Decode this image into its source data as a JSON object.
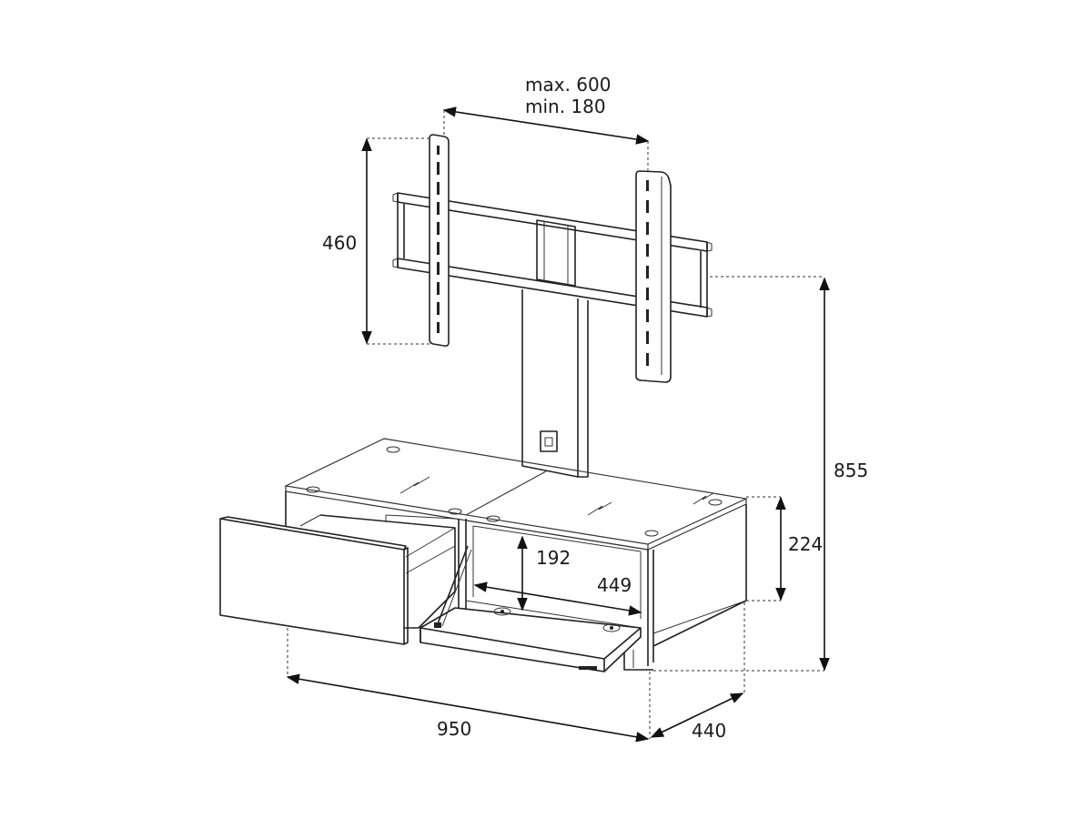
{
  "diagram": {
    "dimensions": {
      "mount_width_max": "max. 600",
      "mount_width_min": "min. 180",
      "mount_height": "460",
      "total_height": "855",
      "cabinet_height": "224",
      "inner_height": "192",
      "inner_width": "449",
      "cabinet_width": "950",
      "cabinet_depth": "440"
    }
  }
}
